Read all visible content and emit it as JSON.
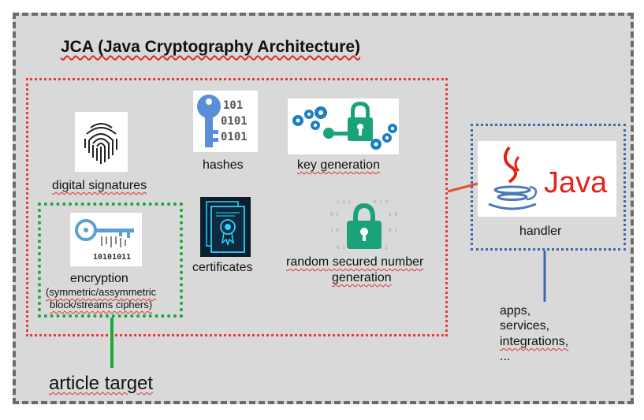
{
  "title": "JCA (Java Cryptography Architecture)",
  "items": {
    "digital_signatures": "digital signatures",
    "hashes": "hashes",
    "key_generation": "key generation",
    "encryption": "encryption",
    "encryption_detail_1": "(symmetric/assymmetric",
    "encryption_detail_2": "block/streams ciphers)",
    "certificates": "certificates",
    "random_1": "random secured number",
    "random_2": "generation"
  },
  "binary_text": {
    "hashes_rows": [
      "101",
      "0101",
      "0101"
    ],
    "encryption_row": "10101011"
  },
  "handler": {
    "label": "handler",
    "logo_text": "Java"
  },
  "consumers": [
    "apps,",
    "services,",
    "integrations,",
    "..."
  ],
  "article_target": "article target",
  "colors": {
    "frame_fill": "#d9d9d9",
    "frame_border": "#6b6b6b",
    "red_box": "#e83a3a",
    "green_box": "#1aa83a",
    "blue_box": "#3a67b0",
    "java_red": "#e2231a",
    "java_blue": "#4a7ab8",
    "key_blue": "#5a8fd8",
    "lock_green": "#1aa37a",
    "gear_blue": "#1a7fc4",
    "cert_cyan": "#2ad4ff"
  }
}
